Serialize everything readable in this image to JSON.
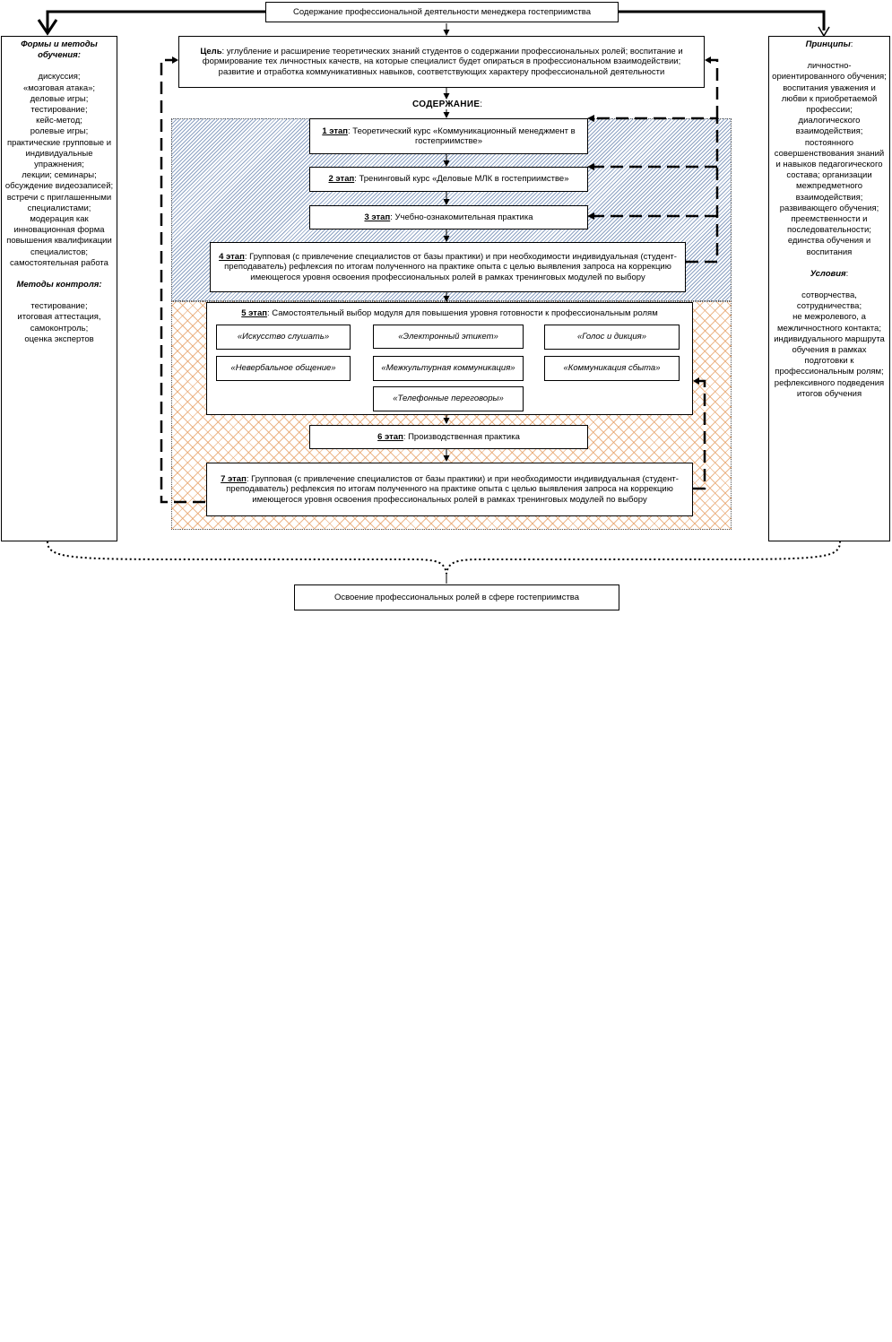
{
  "top": {
    "title": "Содержание профессиональной деятельности менеджера гостеприимства"
  },
  "goal": {
    "label": "Цель",
    "text": ": углубление и расширение теоретических знаний студентов о содержании профессиональных ролей; воспитание и формирование тех личностных качеств, на которые специалист будет опираться в профессиональном взаимодействии; развитие и отработка коммуникативных навыков, соответствующих характеру профессиональной деятельности"
  },
  "content_heading": {
    "label": "СОДЕРЖАНИЕ",
    "suffix": ":"
  },
  "left": {
    "forms_heading": "Формы и методы обучения:",
    "forms_items": [
      "дискуссия;",
      "«мозговая атака»;",
      "деловые игры;",
      "тестирование;",
      "кейс-метод;",
      "ролевые игры;",
      "практические групповые и индивидуальные упражнения;",
      "лекции; семинары;",
      "обсуждение видеозаписей;",
      "встречи с приглашенными специалистами;",
      "модерация как инновационная форма повышения квалификации специалистов;",
      "самостоятельная работа"
    ],
    "control_heading": "Методы контроля:",
    "control_items": [
      "тестирование;",
      "итоговая аттестация,",
      "самоконтроль;",
      "оценка экспертов"
    ]
  },
  "right": {
    "principles_heading": "Принципы",
    "principles_suffix": ":",
    "principles_items": [
      "личностно-ориентированного обучения;",
      "воспитания уважения и любви к приобретаемой профессии;",
      "диалогического взаимодействия;",
      "постоянного совершенствования знаний и навыков педагогического состава; организации межпредметного взаимодействия;",
      "развивающего обучения;",
      "преемственности и последовательности;",
      "единства обучения и воспитания"
    ],
    "conditions_heading": "Условия",
    "conditions_suffix": ":",
    "conditions_items": [
      "сотворчества, сотрудничества;",
      "не межролевого, а межличностного контакта;",
      "индивидуального маршрута обучения в рамках  подготовки к профессиональным ролям; рефлексивного подведения итогов обучения"
    ]
  },
  "stages": {
    "s1": {
      "label": "1 этап",
      "text": ": Теоретический курс «Коммуникационный менеджмент в гостеприимстве»"
    },
    "s2": {
      "label": "2 этап",
      "text": ": Тренинговый курс «Деловые МЛК в гостеприимстве»"
    },
    "s3": {
      "label": "3 этап",
      "text": ": Учебно-ознакомительная практика"
    },
    "s4": {
      "label": "4 этап",
      "text": ": Групповая (с привлечение специалистов  от базы практики) и при необходимости индивидуальная (студент-преподаватель) рефлексия по итогам полученного на практике опыта с целью выявления запроса на коррекцию имеющегося уровня освоения профессиональных ролей в рамках тренинговых модулей по выбору"
    },
    "s5": {
      "label": "5 этап",
      "text": ": Самостоятельный выбор модуля для повышения уровня готовности к профессиональным ролям"
    },
    "s6": {
      "label": "6 этап",
      "text": ": Производственная практика"
    },
    "s7": {
      "label": "7 этап",
      "text": ": Групповая (с привлечение специалистов  от базы практики) и при необходимости индивидуальная (студент-преподаватель) рефлексия по итогам полученного на практике опыта с целью выявления запроса на коррекцию имеющегося уровня освоения профессиональных ролей в рамках тренинговых модулей по выбору"
    }
  },
  "modules": {
    "m1": "«Искусство слушать»",
    "m2": "«Электронный этикет»",
    "m3": "«Голос и дикция»",
    "m4": "«Невербальное общение»",
    "m5": "«Межкультурная коммуникация»",
    "m6": "«Коммуникация сбыта»",
    "m7": "«Телефонные переговоры»"
  },
  "bottom": {
    "result": "Освоение профессиональных ролей в сфере гостеприимства"
  }
}
